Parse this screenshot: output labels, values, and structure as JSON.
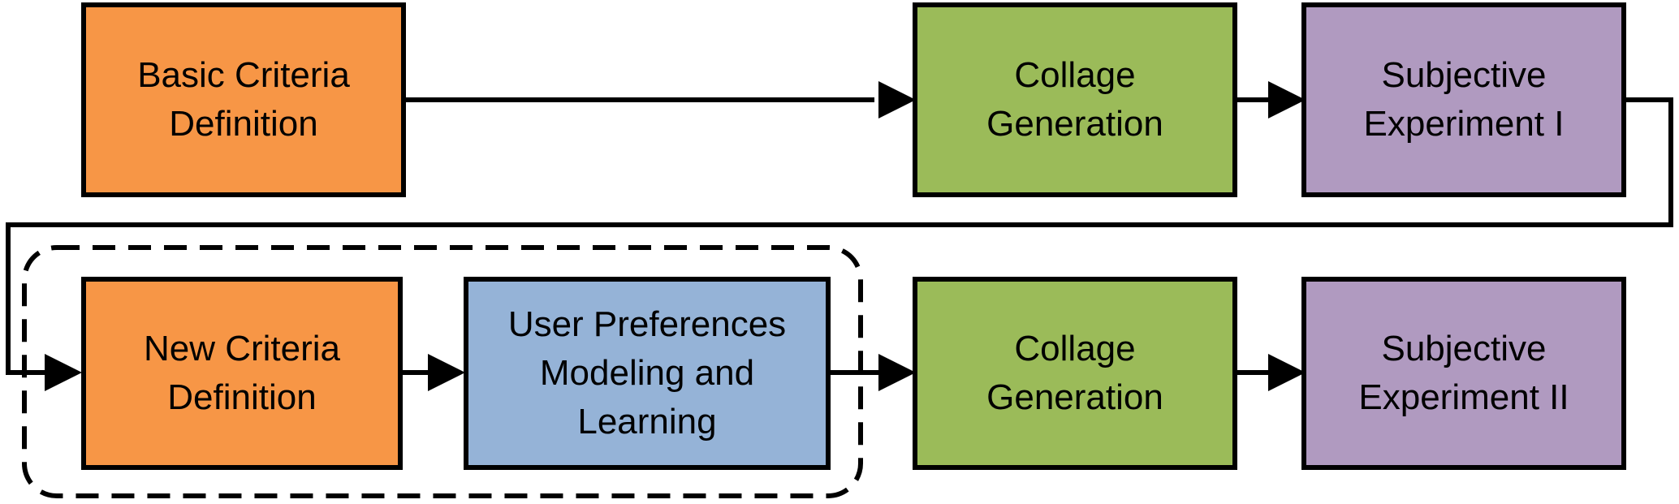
{
  "colors": {
    "orange": "#F79646",
    "green": "#9BBB59",
    "purple": "#B09AC0",
    "blue": "#95B3D7",
    "stroke": "#000000"
  },
  "boxes": {
    "basic_criteria": {
      "lines": [
        "Basic Criteria",
        "Definition"
      ]
    },
    "collage_gen_1": {
      "lines": [
        "Collage",
        "Generation"
      ]
    },
    "subjective_exp_1": {
      "lines": [
        "Subjective",
        "Experiment I"
      ]
    },
    "new_criteria": {
      "lines": [
        "New Criteria",
        "Definition"
      ]
    },
    "user_pref": {
      "lines": [
        "User Preferences",
        "Modeling and",
        "Learning"
      ]
    },
    "collage_gen_2": {
      "lines": [
        "Collage",
        "Generation"
      ]
    },
    "subjective_exp_2": {
      "lines": [
        "Subjective",
        "Experiment II"
      ]
    }
  }
}
